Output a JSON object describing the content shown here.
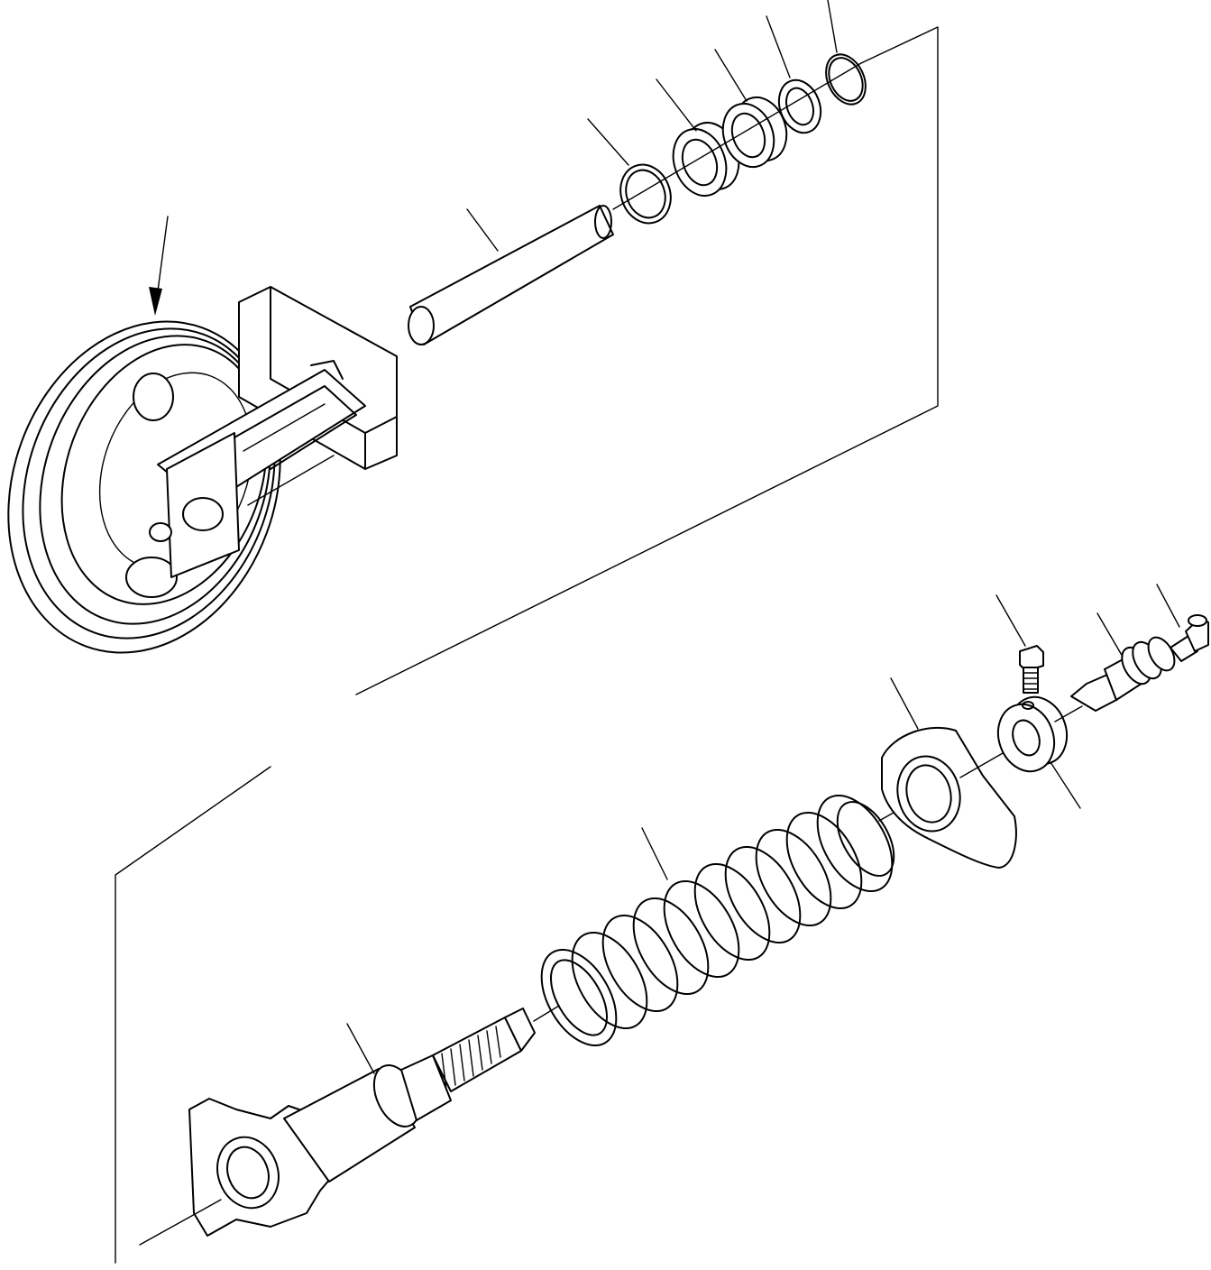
{
  "diagram": {
    "parts": [
      {
        "name": "idler-wheel",
        "label": ""
      },
      {
        "name": "shaft-pin",
        "label": ""
      },
      {
        "name": "snap-ring",
        "label": ""
      },
      {
        "name": "bushing-1",
        "label": ""
      },
      {
        "name": "bushing-2",
        "label": ""
      },
      {
        "name": "washer",
        "label": ""
      },
      {
        "name": "o-ring",
        "label": ""
      },
      {
        "name": "yoke-rod",
        "label": ""
      },
      {
        "name": "recoil-spring",
        "label": ""
      },
      {
        "name": "spring-retainer",
        "label": ""
      },
      {
        "name": "nut",
        "label": ""
      },
      {
        "name": "bolt",
        "label": ""
      },
      {
        "name": "valve",
        "label": ""
      },
      {
        "name": "grease-fitting",
        "label": ""
      }
    ]
  }
}
